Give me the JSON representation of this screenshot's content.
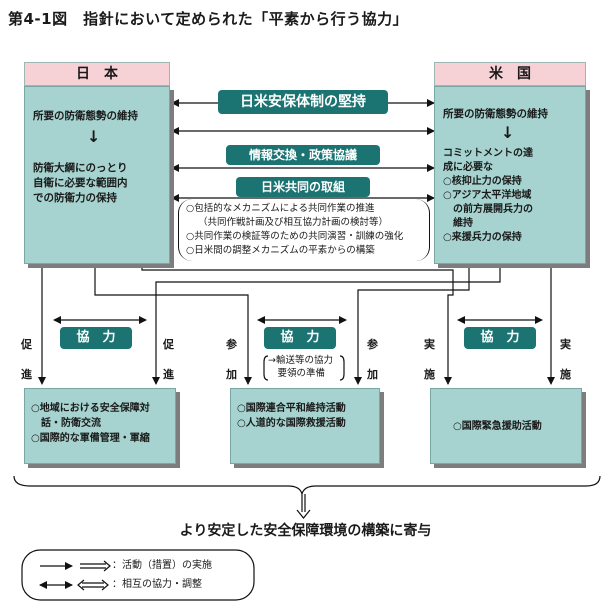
{
  "title": "第4-1図　指針において定められた「平素から行う協力」",
  "japan": {
    "header": "日　本",
    "line1": "所要の防衛態勢の維持",
    "arrow": "↓",
    "line2": "防衛大綱にのっとり\n自衛に必要な範囲内\nでの防衛力の保持"
  },
  "us": {
    "header": "米　国",
    "line1": "所要の防衛態勢の維持",
    "arrow": "↓",
    "line2": "コミットメントの達\n成に必要な\n○核抑止力の保持\n○アジア太平洋地域\n　の前方展開兵力の\n　維持\n○来援兵力の保持"
  },
  "center": {
    "security_system": "日米安保体制の堅持",
    "info_exchange": "情報交換・政策協議",
    "joint_efforts": "日米共同の取組",
    "joint_items": [
      "○包括的なメカニズムによる共同作業の推進",
      "（共同作戦計画及び相互協力計画の検討等）",
      "○共同作業の検証等のための共同演習・訓練の強化",
      "○日米間の調整メカニズムの平素からの構築"
    ]
  },
  "cooperation_label": "協　力",
  "side_labels": {
    "left": "促進",
    "middle": "参加",
    "right": "実施"
  },
  "middle_note": "→輸送等の協力\n　要領の準備",
  "bottom_boxes": [
    "○地域における安全保障対\n　話・防衛交流\n○国際的な軍備管理・軍縮",
    "○国際連合平和維持活動\n○人道的な国際救援活動",
    "○国際緊急援助活動"
  ],
  "conclusion": "より安定した安全保障環境の構築に寄与",
  "legend": {
    "line1": "：活動（措置）の実施",
    "line2": "：相互の協力・調整"
  },
  "colors": {
    "box_fill": "#a6d3cf",
    "header_fill": "#f6d2d6",
    "pill_fill": "#1b7372",
    "shadow": "#7d7d7d"
  }
}
